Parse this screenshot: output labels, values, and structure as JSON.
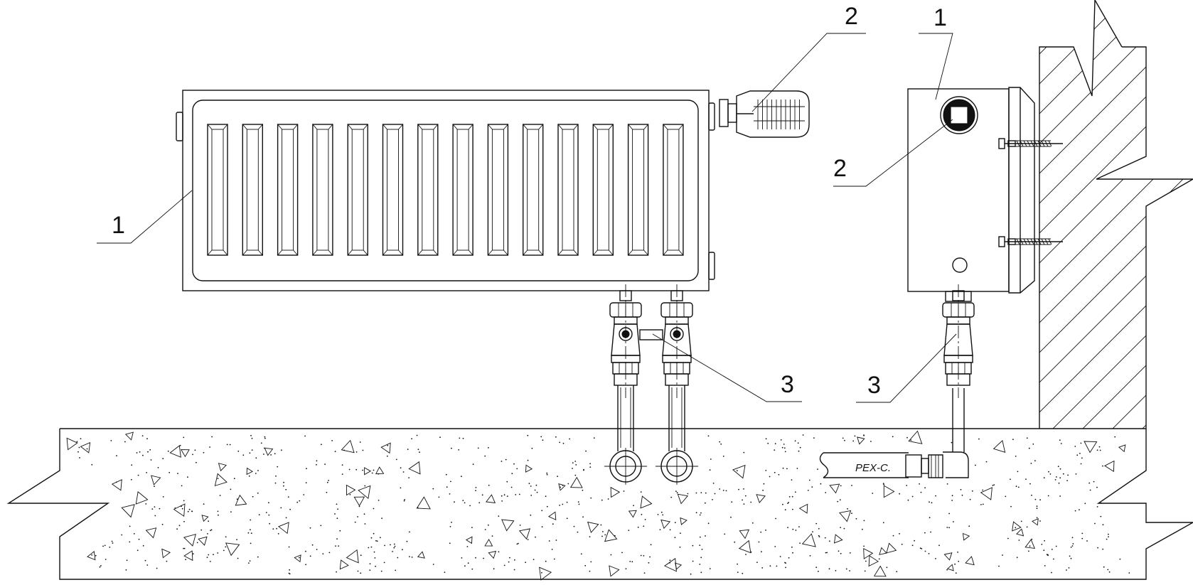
{
  "drawing": {
    "callouts": {
      "left_radiator": "1",
      "left_thermostat": "2",
      "left_valve": "3",
      "right_box": "1",
      "right_vent": "2",
      "right_valve": "3"
    },
    "pipe_label": "PEX-C."
  }
}
